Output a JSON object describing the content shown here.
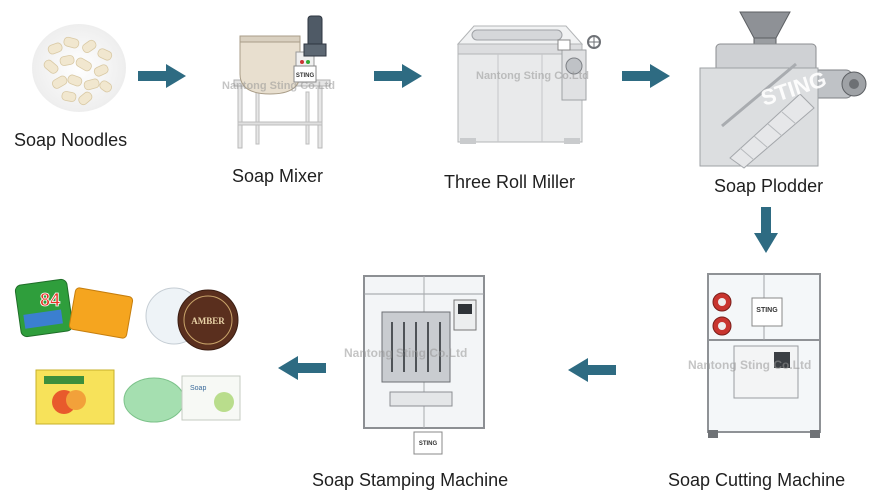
{
  "steps": [
    {
      "id": "soap-noodles",
      "label": "Soap Noodles"
    },
    {
      "id": "soap-mixer",
      "label": "Soap Mixer"
    },
    {
      "id": "three-roll-miller",
      "label": "Three Roll Miller"
    },
    {
      "id": "soap-plodder",
      "label": "Soap Plodder"
    },
    {
      "id": "soap-cutting-machine",
      "label": "Soap Cutting Machine"
    },
    {
      "id": "soap-stamping-machine",
      "label": "Soap Stamping Machine"
    }
  ],
  "brand_plate": "STING",
  "watermark": "Nantong Sting Co.Ltd",
  "product_texts": {
    "bar_84": "84",
    "amber": "AMBER",
    "soap_box": "Soap"
  },
  "colors": {
    "arrow": "#2e6b82",
    "machine_grey": "#d9dadb",
    "machine_dark": "#8b8d90",
    "text": "#1f1f1f"
  }
}
